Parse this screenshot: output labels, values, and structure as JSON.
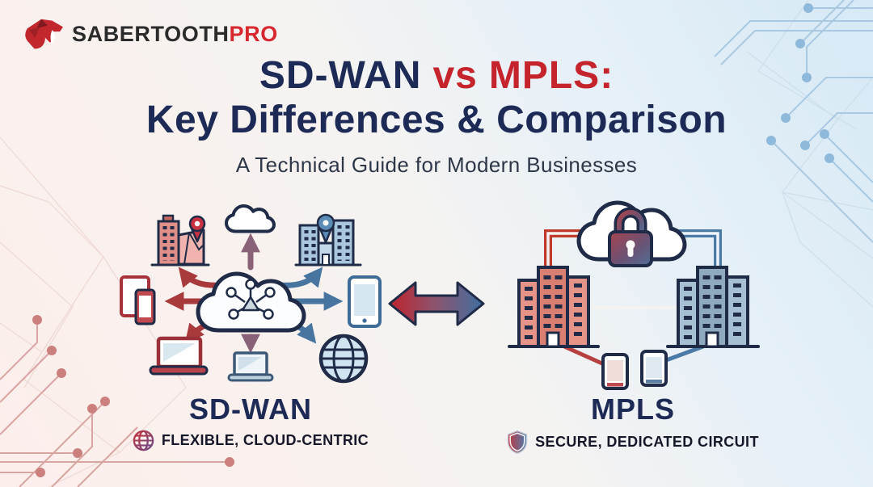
{
  "logo": {
    "brand_primary": "SABERTOOTH",
    "brand_accent": "PRO",
    "icon": "sabertooth-cat-icon"
  },
  "header": {
    "title_part1": "SD-WAN",
    "title_vs": "vs",
    "title_part2": "MPLS:",
    "title_line2": "Key Differences & Comparison",
    "subtitle": "A Technical Guide for Modern Businesses"
  },
  "comparison": {
    "left": {
      "name": "SD-WAN",
      "tagline": "FLEXIBLE, CLOUD-CENTRIC",
      "tagline_icon": "globe-icon"
    },
    "right": {
      "name": "MPLS",
      "tagline": "SECURE, DEDICATED CIRCUIT",
      "tagline_icon": "shield-icon"
    }
  },
  "diagrams": {
    "sdwan": {
      "description": "SD-WAN cloud hub with arrows radiating to branch offices, devices, laptops, cloud and internet",
      "center_icon": "cloud-network-hub-icon",
      "node_icons": [
        "cloud-icon",
        "office-map-pin-icon",
        "tablet-phone-icon",
        "laptop-icon",
        "laptop-icon",
        "globe-icon",
        "smartphone-icon",
        "office-buildings-pin-icon"
      ]
    },
    "mpls": {
      "description": "Two office buildings joined by a dedicated circuit through a secure cloud with padlock, linked to mobile devices",
      "icons": [
        "secure-cloud-lock-icon",
        "office-building-icon",
        "office-building-icon",
        "smartphone-icon",
        "smartphone-icon"
      ]
    },
    "divider_icon": "bidirectional-arrow-icon"
  },
  "colors": {
    "navy": "#1d2a56",
    "red": "#c5242c",
    "logo_dark": "#2b2b2b",
    "arrow_red": "#a83a3c",
    "arrow_blue": "#48759f",
    "arrow_mauve": "#8a6278",
    "bg_pink": "#fceeeb",
    "bg_blue": "#d6e9f5"
  }
}
